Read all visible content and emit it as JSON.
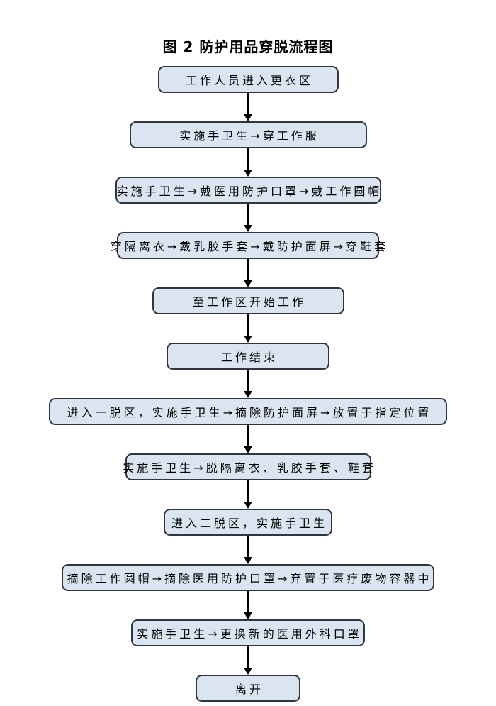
{
  "page": {
    "background_color": "#ffffff"
  },
  "title": "图 2 防护用品穿脱流程图",
  "flowchart": {
    "node_fill_color": "#dbe5f1",
    "node_border_color": "#2f3640",
    "arrow_color": "#000000",
    "text_color": "#000000",
    "nodes": [
      {
        "label": "工作人员进入更衣区"
      },
      {
        "label": "实施手卫生→穿工作服"
      },
      {
        "label": "实施手卫生→戴医用防护口罩→戴工作圆帽"
      },
      {
        "label": "穿隔离衣→戴乳胶手套→戴防护面屏→穿鞋套"
      },
      {
        "label": "至工作区开始工作"
      },
      {
        "label": "工作结束"
      },
      {
        "label": "进入一脱区，实施手卫生→摘除防护面屏→放置于指定位置"
      },
      {
        "label": "实施手卫生→脱隔离衣、乳胶手套、鞋套"
      },
      {
        "label": "进入二脱区，实施手卫生"
      },
      {
        "label": "摘除工作圆帽→摘除医用防护口罩→弃置于医疗废物容器中"
      },
      {
        "label": "实施手卫生→更换新的医用外科口罩"
      },
      {
        "label": "离开"
      }
    ]
  }
}
